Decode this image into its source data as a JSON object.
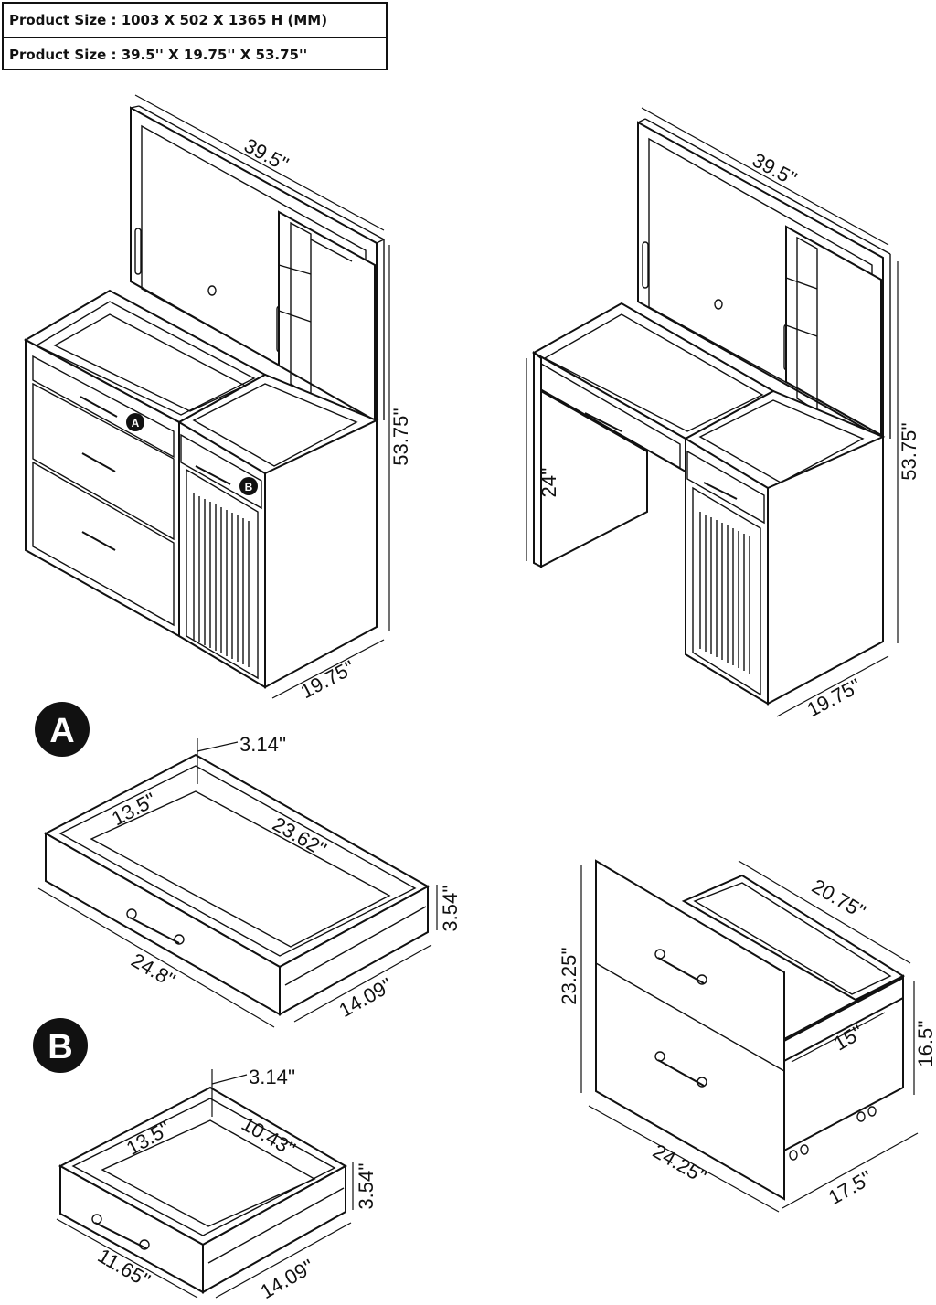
{
  "spec": {
    "row1": "Product Size : 1003 X 502 X 1365 H (MM)",
    "row2": "Product Size : 39.5'' X 19.75'' X 53.75''"
  },
  "views": {
    "front": {
      "width": "39.5''",
      "height": "53.75''",
      "depth": "19.75''",
      "badge_a": "A",
      "badge_b": "B"
    },
    "back": {
      "width": "39.5''",
      "height": "53.75''",
      "depth": "19.75''",
      "leg_height": "24''"
    },
    "drawer_a": {
      "badge": "A",
      "side": "3.14''",
      "inner_depth": "13.5''",
      "inner_width": "23.62''",
      "height": "3.54''",
      "width": "24.8''",
      "depth": "14.09''"
    },
    "drawer_b": {
      "badge": "B",
      "side": "3.14''",
      "inner_depth": "13.5''",
      "inner_width": "10.43''",
      "height": "3.54''",
      "width": "11.65''",
      "depth": "14.09''"
    },
    "cabinet": {
      "top_width": "20.75''",
      "height": "23.25''",
      "inner_depth": "15''",
      "side_height": "16.5''",
      "width": "24.25''",
      "depth": "17.5''"
    }
  }
}
